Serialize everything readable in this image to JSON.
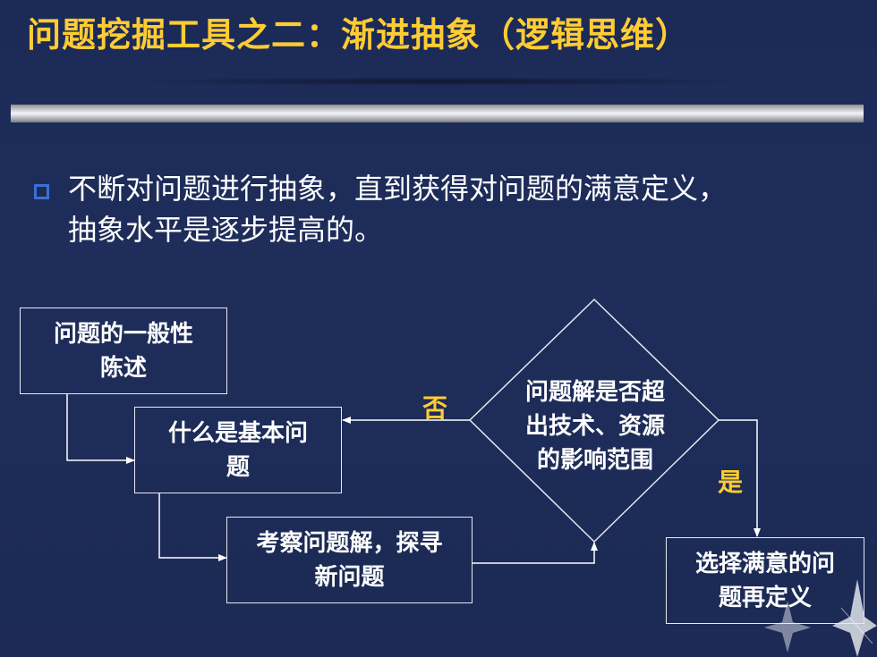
{
  "title": "问题挖掘工具之二：渐进抽象（逻辑思维）",
  "bullet": {
    "line1": "不断对问题进行抽象，直到获得对问题的满意定义，",
    "line2": "抽象水平是逐步提高的。"
  },
  "flowchart": {
    "box1": {
      "line1": "问题的一般性",
      "line2": "陈述"
    },
    "box2": {
      "line1": "什么是基本问",
      "line2": "题"
    },
    "box3": {
      "line1": "考察问题解，探寻",
      "line2": "新问题"
    },
    "decision": {
      "line1": "问题解是否超",
      "line2": "出技术、资源",
      "line3": "的影响范围"
    },
    "box4": {
      "line1": "选择满意的问",
      "line2": "题再定义"
    },
    "label_no": "否",
    "label_yes": "是"
  },
  "colors": {
    "background": "#1d2b55",
    "title": "#ffcc33",
    "accent": "#ffcc33",
    "bullet": "#3c6fd6",
    "text": "#ffffff"
  },
  "icons": [
    "square-bullet-icon",
    "sparkle-star-icon"
  ]
}
